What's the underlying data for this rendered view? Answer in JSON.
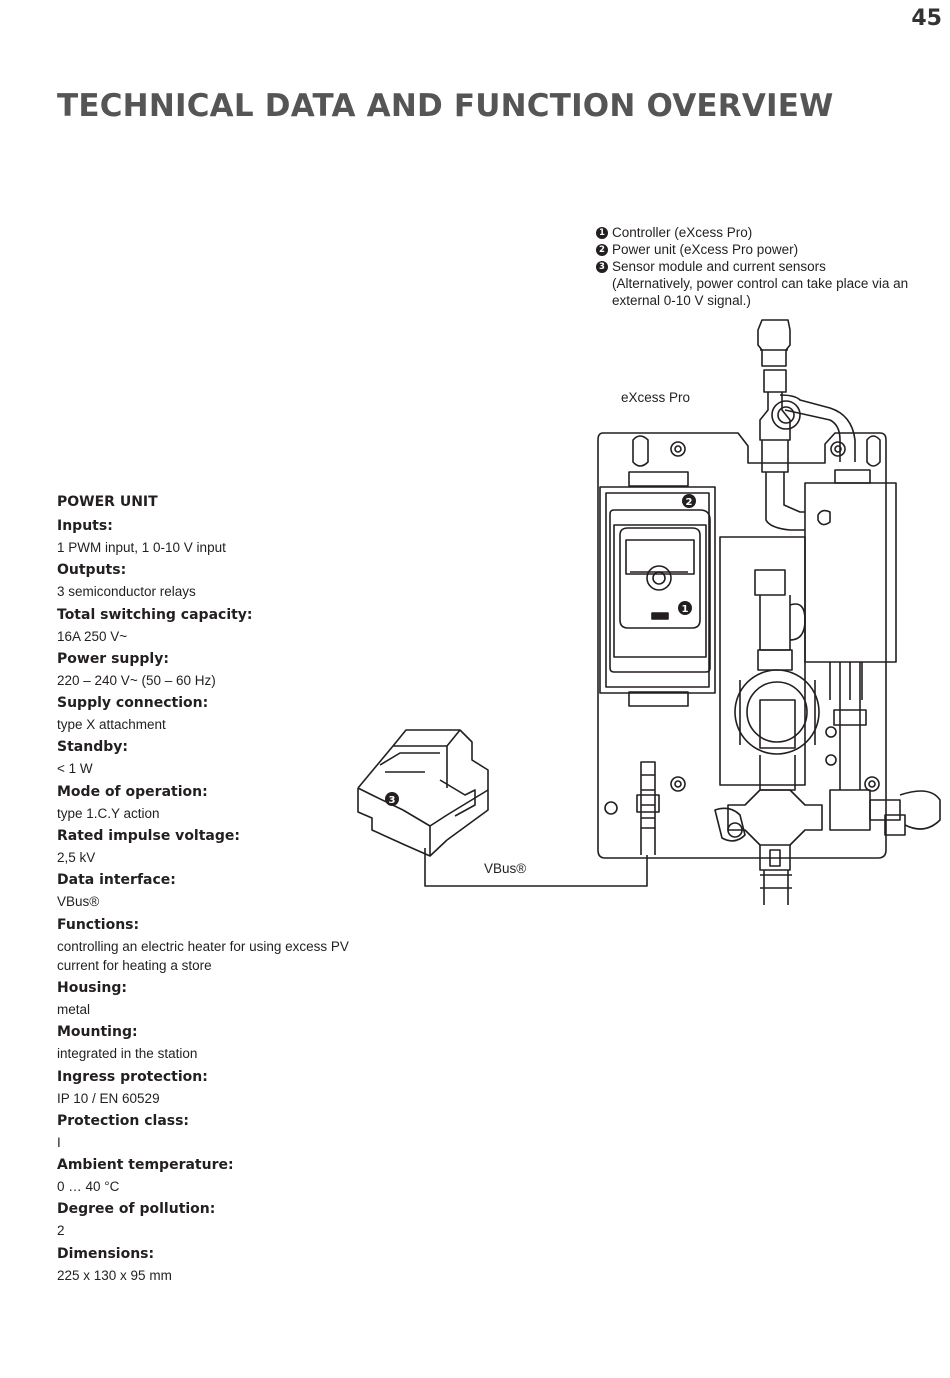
{
  "page_number": "45",
  "title": "TECHNICAL DATA AND FUNCTION OVERVIEW",
  "legend": [
    {
      "num": "1",
      "text": "Controller (eXcess Pro)"
    },
    {
      "num": "2",
      "text": "Power unit (eXcess Pro power)"
    },
    {
      "num": "3",
      "text": "Sensor module and current sensors"
    }
  ],
  "legend_continuation": [
    "(Alternatively, power control can take place via an",
    "external 0-10 V signal.)"
  ],
  "diagram": {
    "product_label": "eXcess Pro",
    "bus_label": "VBus®",
    "callout_1": "1",
    "callout_2": "2",
    "callout_3": "3"
  },
  "specs": {
    "heading": "POWER UNIT",
    "items": [
      {
        "label": "Inputs:",
        "value": "1 PWM input, 1 0-10 V input"
      },
      {
        "label": "Outputs:",
        "value": "3 semiconductor relays"
      },
      {
        "label": "Total switching capacity:",
        "value": "16A 250 V~"
      },
      {
        "label": "Power supply:",
        "value": "220 – 240 V~ (50 – 60 Hz)"
      },
      {
        "label": "Supply connection:",
        "value": "type X attachment"
      },
      {
        "label": "Standby:",
        "value": "< 1 W"
      },
      {
        "label": "Mode of operation:",
        "value": "type 1.C.Y action"
      },
      {
        "label": "Rated impulse voltage:",
        "value": "2,5 kV"
      },
      {
        "label": "Data interface:",
        "value": "VBus®"
      },
      {
        "label": "Functions:",
        "value": "controlling an electric heater for using excess PV current for heating a store"
      },
      {
        "label": "Housing:",
        "value": "metal"
      },
      {
        "label": "Mounting:",
        "value": "integrated in the station"
      },
      {
        "label": "Ingress protection:",
        "value": "IP 10 / EN 60529"
      },
      {
        "label": "Protection class:",
        "value": "I"
      },
      {
        "label": "Ambient temperature:",
        "value": "0 … 40 °C"
      },
      {
        "label": "Degree of pollution:",
        "value": "2"
      },
      {
        "label": "Dimensions:",
        "value": "225 x 130 x 95 mm"
      }
    ]
  }
}
